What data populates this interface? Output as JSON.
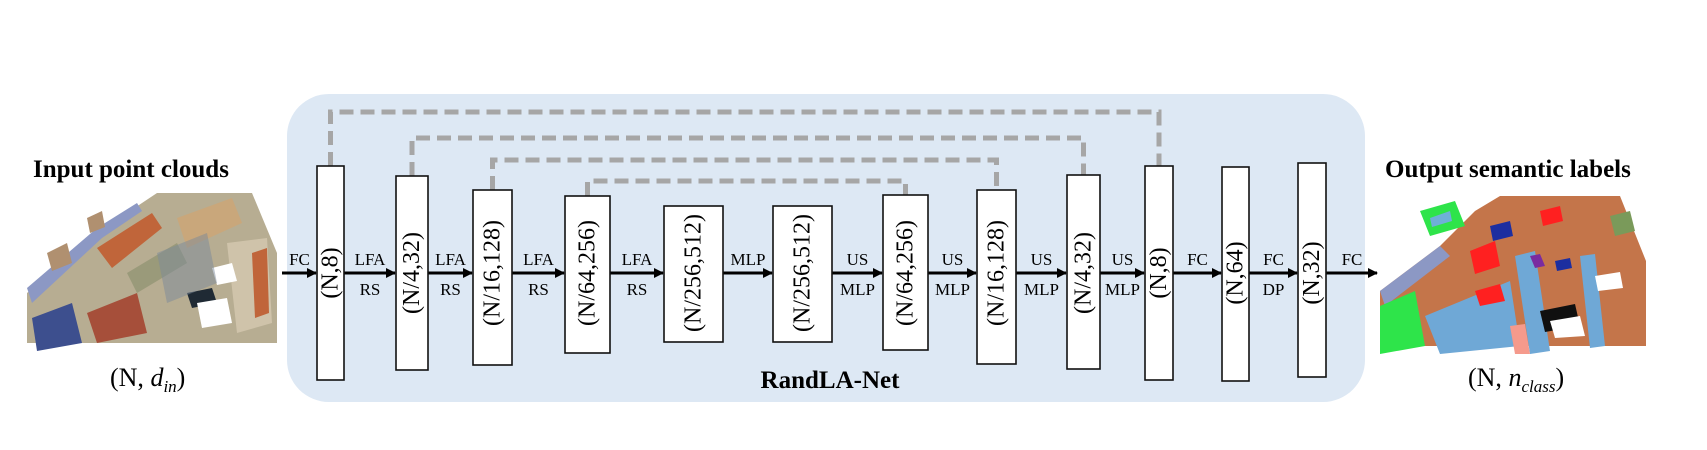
{
  "figure": {
    "network_name": "RandLA-Net",
    "input": {
      "title": "Input point clouds",
      "dim_prefix": "(N, ",
      "dim_var": "d",
      "dim_sub": "in",
      "dim_suffix": ")"
    },
    "output": {
      "title": "Output semantic labels",
      "dim_prefix": "(N, ",
      "dim_var": "n",
      "dim_sub": "class",
      "dim_suffix": ")"
    },
    "layers": [
      {
        "label": "(N,8)"
      },
      {
        "label": "(N/4,32)"
      },
      {
        "label": "(N/16,128)"
      },
      {
        "label": "(N/64,256)"
      },
      {
        "label": "(N/256,512)"
      },
      {
        "label": "(N/256,512)"
      },
      {
        "label": "(N/64,256)"
      },
      {
        "label": "(N/16,128)"
      },
      {
        "label": "(N/4,32)"
      },
      {
        "label": "(N,8)"
      },
      {
        "label": "(N,64)"
      },
      {
        "label": "(N,32)"
      }
    ],
    "arrows": [
      {
        "top": "FC",
        "bottom": ""
      },
      {
        "top": "LFA",
        "bottom": "RS"
      },
      {
        "top": "LFA",
        "bottom": "RS"
      },
      {
        "top": "LFA",
        "bottom": "RS"
      },
      {
        "top": "LFA",
        "bottom": "RS"
      },
      {
        "top": "MLP",
        "bottom": ""
      },
      {
        "top": "US",
        "bottom": "MLP"
      },
      {
        "top": "US",
        "bottom": "MLP"
      },
      {
        "top": "US",
        "bottom": "MLP"
      },
      {
        "top": "US",
        "bottom": "MLP"
      },
      {
        "top": "FC",
        "bottom": ""
      },
      {
        "top": "FC",
        "bottom": "DP"
      },
      {
        "top": "FC",
        "bottom": ""
      }
    ],
    "skip_connections": [
      {
        "from_layer": 0,
        "to_layer": 9
      },
      {
        "from_layer": 1,
        "to_layer": 8
      },
      {
        "from_layer": 2,
        "to_layer": 7
      },
      {
        "from_layer": 3,
        "to_layer": 6
      }
    ],
    "colors": {
      "panel": "#dde8f4",
      "skip_line": "#a6a6a6",
      "box_stroke": "#111111",
      "arrow": "#000000"
    }
  }
}
